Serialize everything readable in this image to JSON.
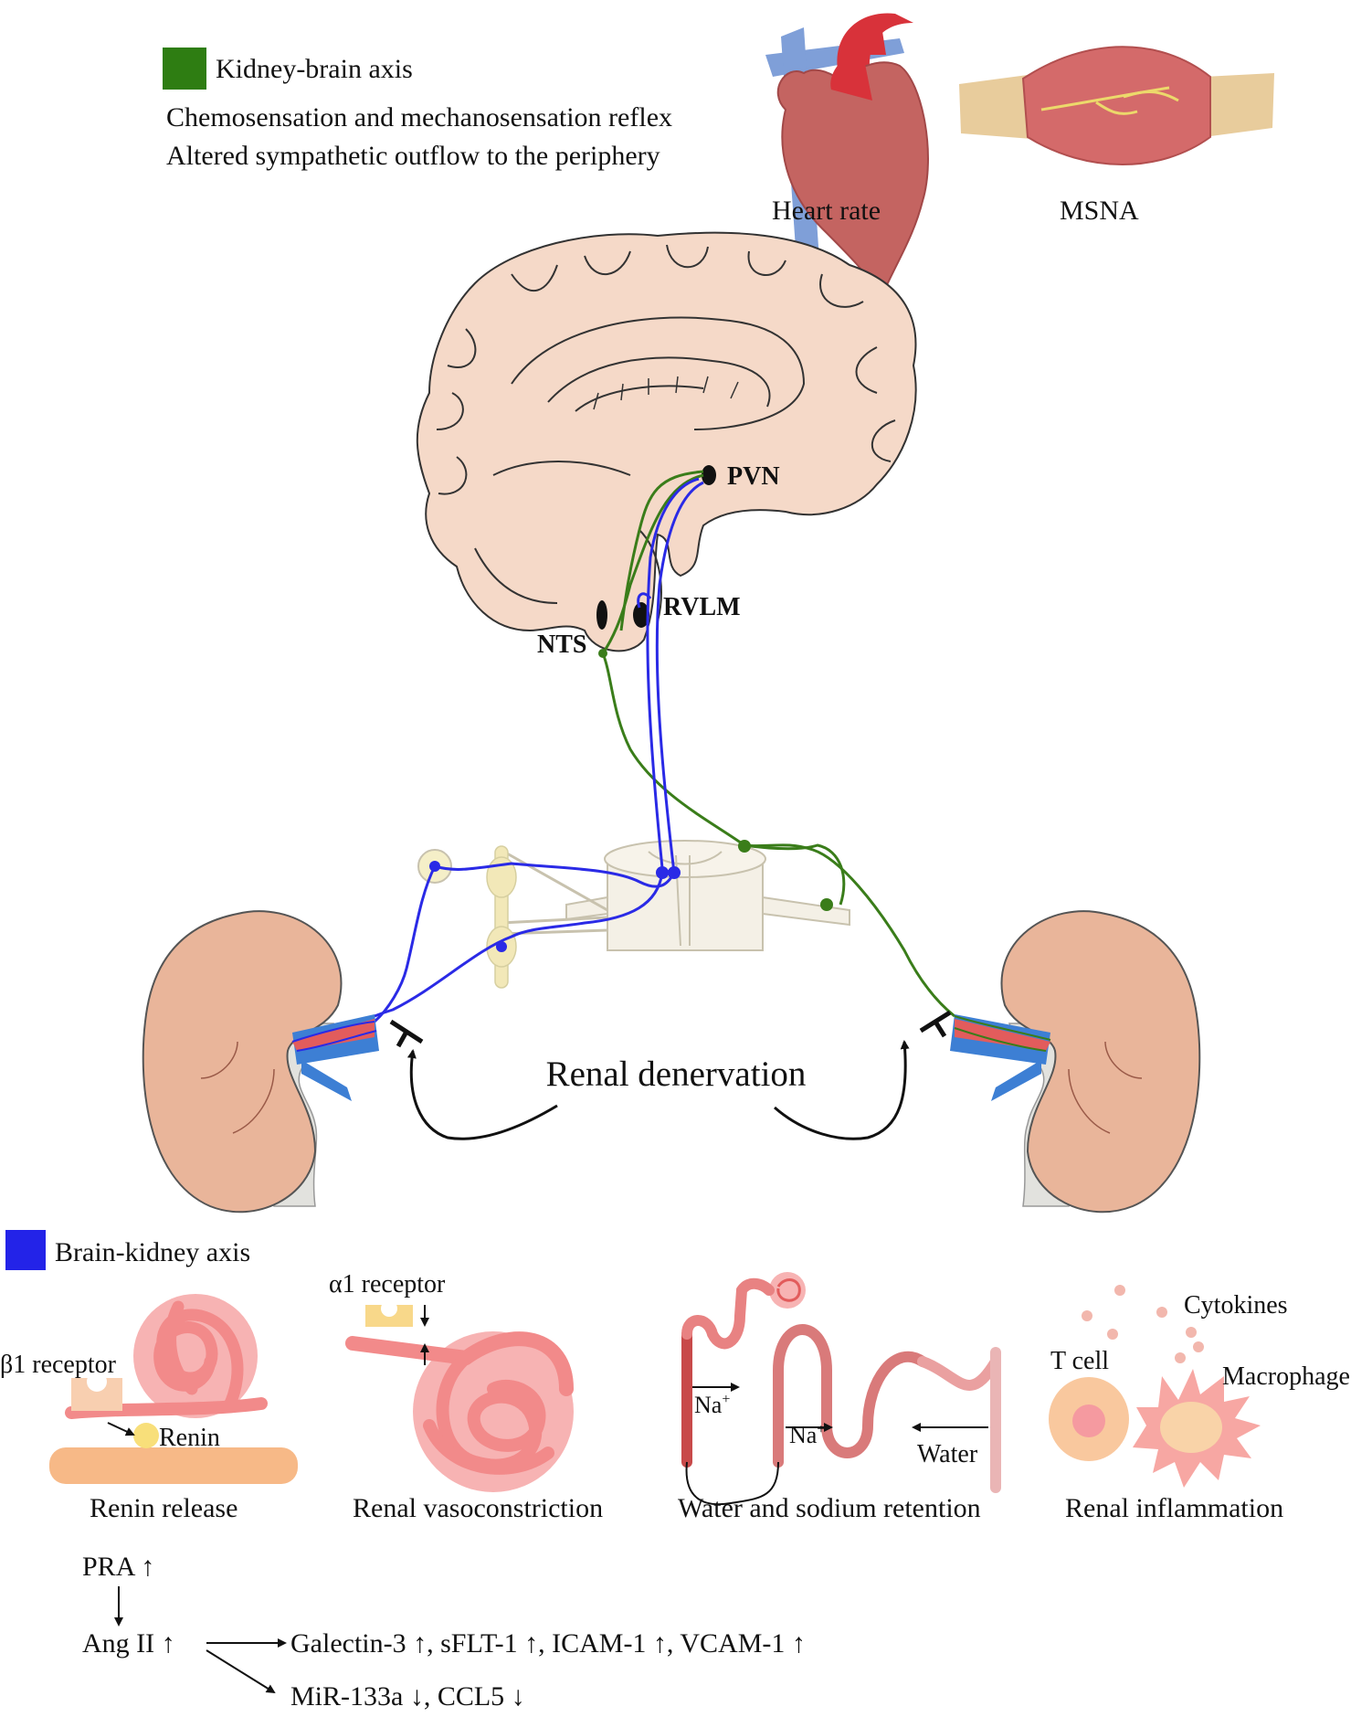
{
  "legend_top": {
    "title": "Kidney-brain axis",
    "color": "#2e7d12",
    "line1": "Chemosensation and mechanosensation reflex",
    "line2": "Altered sympathetic outflow to the periphery"
  },
  "organs": {
    "heart_label": "Heart rate",
    "muscle_label": "MSNA"
  },
  "nuclei": {
    "pvn": "PVN",
    "rvlm": "RVLM",
    "nts": "NTS"
  },
  "center_label": "Renal denervation",
  "legend_bottom": {
    "title": "Brain-kidney axis",
    "color": "#2323e8"
  },
  "panels": {
    "renin": {
      "receptor": "β1 receptor",
      "renin": "Renin",
      "caption": "Renin release"
    },
    "vaso": {
      "receptor": "α1 receptor",
      "caption": "Renal vasoconstriction"
    },
    "water": {
      "na": "Na",
      "na_sup": "+",
      "water": "Water",
      "caption": "Water and sodium retention"
    },
    "inflam": {
      "cytokines": "Cytokines",
      "tcell": "T cell",
      "macrophage": "Macrophage",
      "caption": "Renal inflammation"
    }
  },
  "cascade": {
    "pra": "PRA ↑",
    "ang": "Ang II ↑",
    "markers1": "Galectin-3 ↑, sFLT-1 ↑, ICAM-1 ↑, VCAM-1 ↑",
    "markers2": "MiR-133a ↓, CCL5 ↓"
  },
  "colors": {
    "green_axis": "#3a7d1a",
    "blue_axis": "#2a2ae6",
    "brain": "#f5d9c8",
    "kidney": "#e9b59a",
    "vessel_pink": "#f28a8a"
  }
}
